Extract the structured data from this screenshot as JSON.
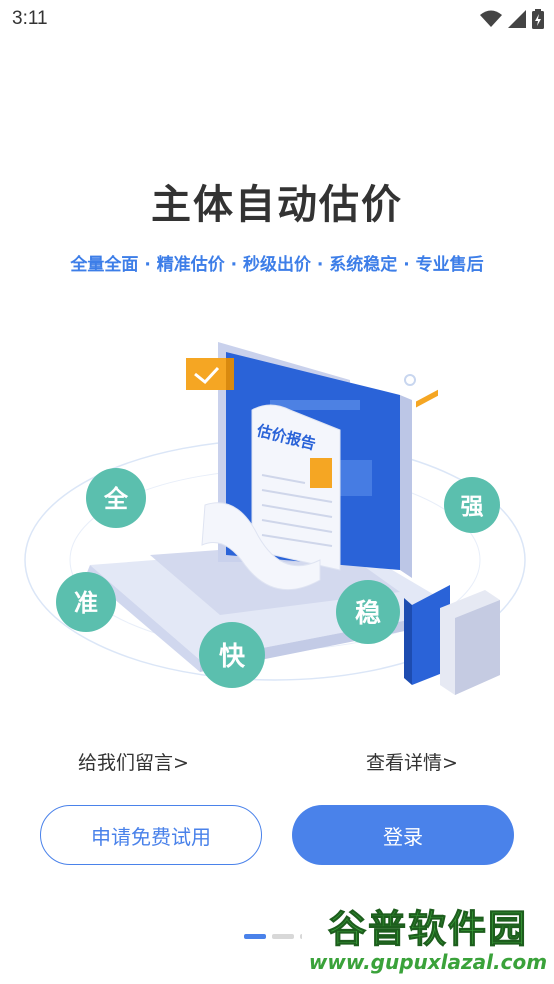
{
  "status_bar": {
    "time": "3:11"
  },
  "hero": {
    "title": "主体自动估价",
    "subtitle": "全量全面 · 精准估价 · 秒级出价 · 系统稳定 · 专业售后"
  },
  "illustration": {
    "report_label": "估价报告",
    "circles": [
      "全",
      "准",
      "快",
      "稳",
      "强"
    ]
  },
  "links": {
    "leave_message": "给我们留言>",
    "view_details": "查看详情>"
  },
  "buttons": {
    "free_trial": "申请免费试用",
    "login": "登录"
  },
  "pager": {
    "count": 3,
    "active": 0
  },
  "watermark": {
    "title": "谷普软件园",
    "url": "www.gupuxlazal.com"
  },
  "colors": {
    "accent": "#4a82ea",
    "teal": "#5bbfae",
    "orange": "#f5a623"
  }
}
